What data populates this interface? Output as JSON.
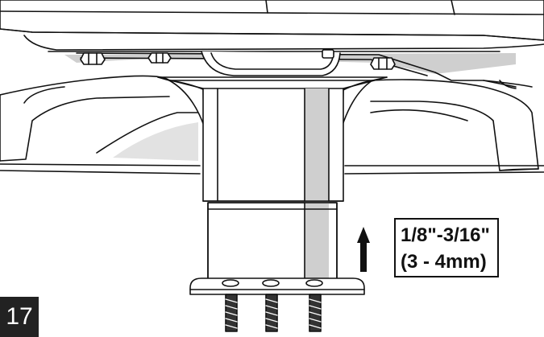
{
  "step": {
    "number": "17"
  },
  "measurement": {
    "imperial": "1/8\"-3/16\"",
    "metric": "(3 - 4mm)"
  },
  "colors": {
    "line": "#111111",
    "shade": "#cfcfcf",
    "badge": "#222222"
  },
  "icons": {
    "direction": "arrow-up-icon"
  }
}
